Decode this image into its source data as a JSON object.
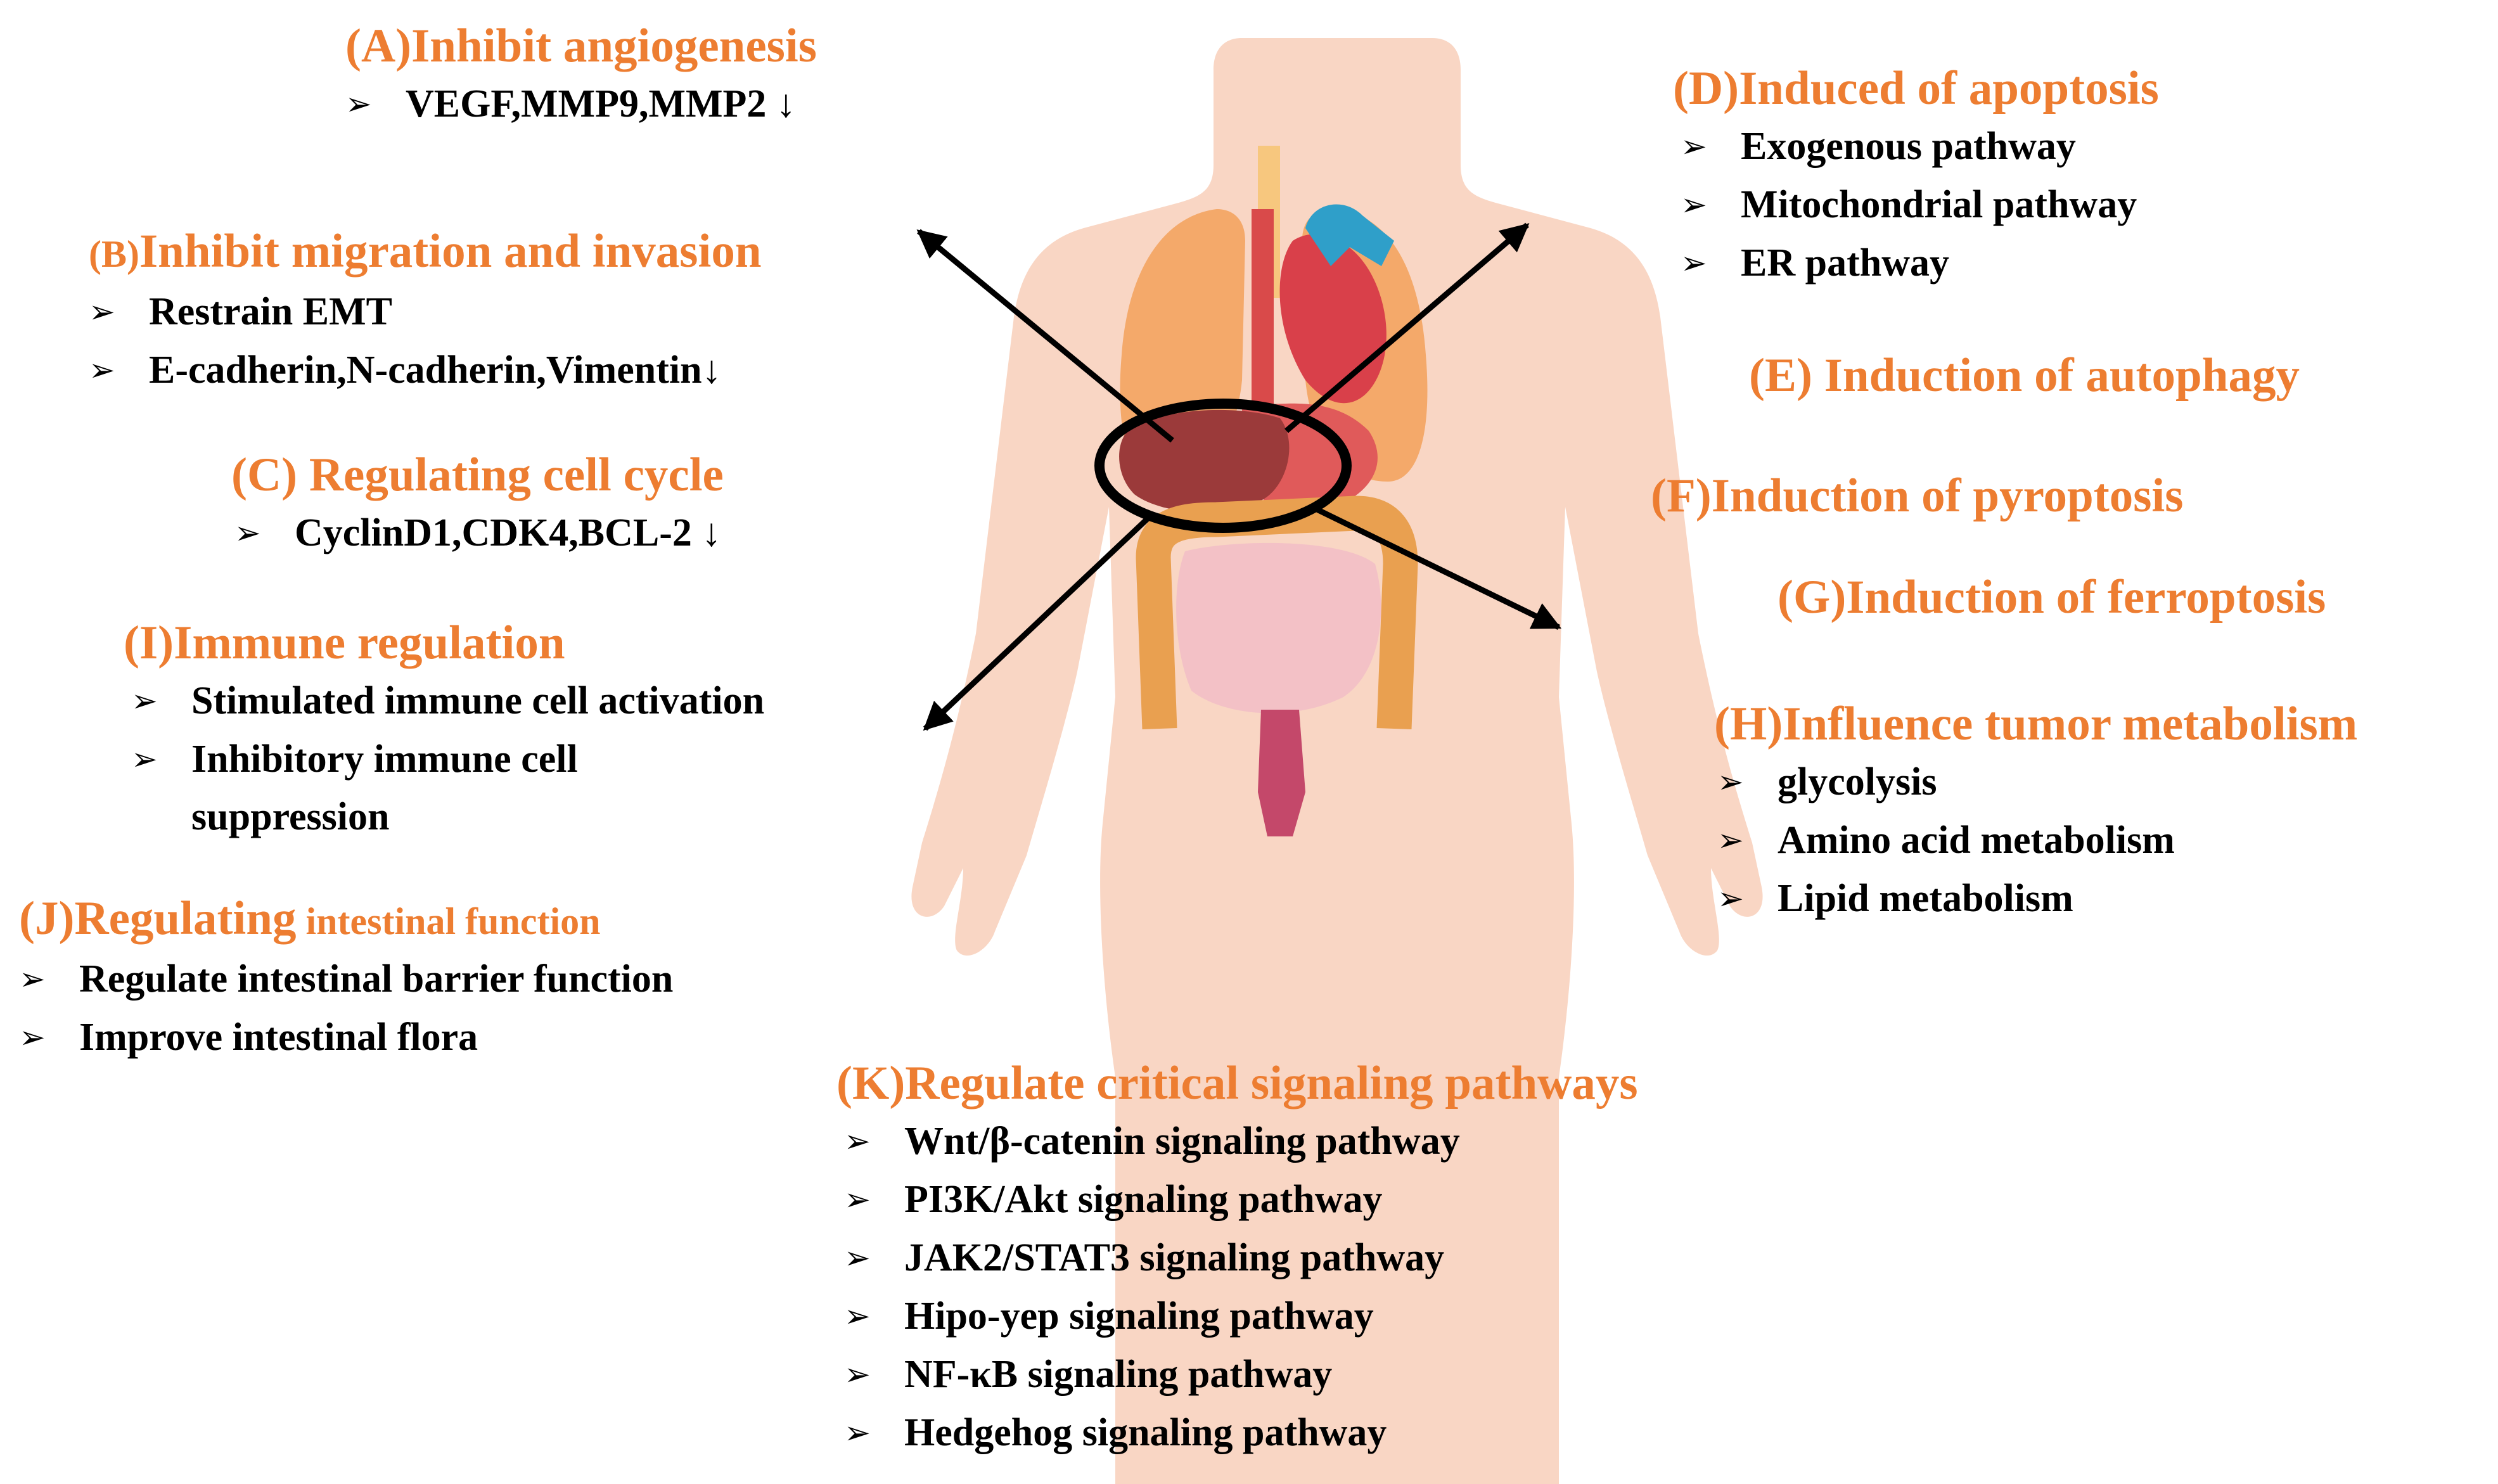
{
  "figure": {
    "bullet_glyph": "➢",
    "highlight_organ": "liver",
    "colors": {
      "heading": "#ED7D31",
      "item_text": "#000000",
      "body_silhouette": "#F9D6C4",
      "arrow": "#000000"
    },
    "sections": {
      "A": {
        "title": "(A)Inhibit angiogenesis",
        "items": [
          "VEGF,MMP9,MMP2 ↓"
        ]
      },
      "B": {
        "prefix": "(B)",
        "title": "Inhibit migration and invasion",
        "items": [
          "Restrain EMT",
          "E-cadherin,N-cadherin,Vimentin↓"
        ]
      },
      "C": {
        "title": "(C) Regulating cell cycle",
        "items": [
          "CyclinD1,CDK4,BCL-2 ↓"
        ]
      },
      "D": {
        "title": "(D)Induced of  apoptosis",
        "items": [
          "Exogenous pathway",
          "Mitochondrial pathway",
          "ER pathway"
        ]
      },
      "E": {
        "title": "(E) Induction of autophagy"
      },
      "F": {
        "title": "(F)Induction of pyroptosis"
      },
      "G": {
        "title": "(G)Induction of ferroptosis"
      },
      "H": {
        "title": "(H)Influence tumor metabolism",
        "items": [
          "glycolysis",
          "Amino acid metabolism",
          "Lipid metabolism"
        ]
      },
      "I": {
        "title": "(I)Immune regulation",
        "items": [
          "Stimulated immune cell activation",
          "Inhibitory immune cell",
          "suppression"
        ]
      },
      "J": {
        "title": "(J)Regulating",
        "title_small": " intestinal function",
        "items": [
          "Regulate intestinal barrier function",
          "Improve intestinal flora"
        ]
      },
      "K": {
        "title": "(K)Regulate critical signaling pathways",
        "items": [
          "Wnt/β-catenin signaling pathway",
          "PI3K/Akt signaling pathway",
          "JAK2/STAT3 signaling pathway",
          "Hipo-yep signaling pathway",
          "NF-κB signaling pathway",
          "Hedgehog signaling pathway"
        ]
      }
    }
  }
}
